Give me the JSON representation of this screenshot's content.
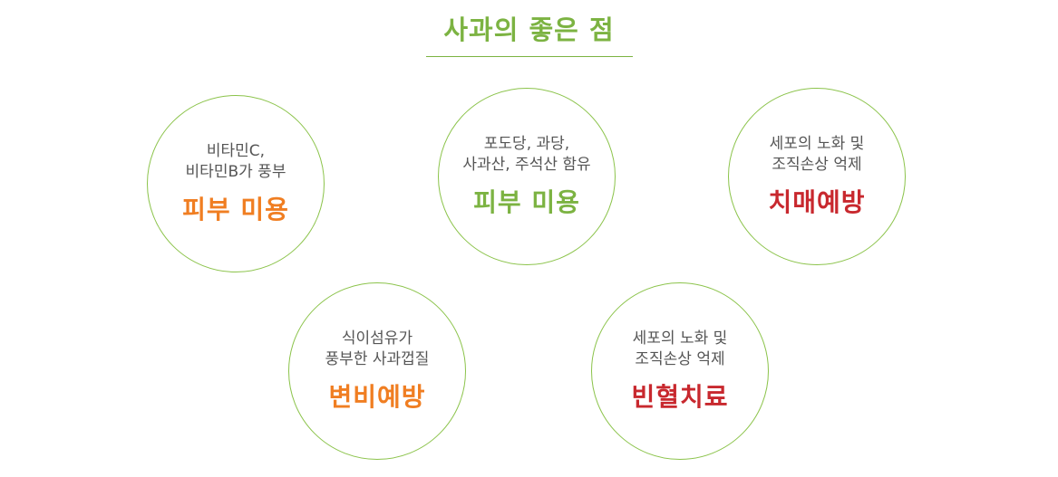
{
  "title": "사과의 좋은 점",
  "colors": {
    "green": "#7cb342",
    "orange": "#f07e22",
    "red": "#c8282e",
    "text": "#555555"
  },
  "benefits": [
    {
      "line1": "비타민C,",
      "line2": "비타민B가 풍부",
      "headline": "피부 미용",
      "color": "#f07e22"
    },
    {
      "line1": "포도당, 과당,",
      "line2": "사과산, 주석산 함유",
      "headline": "피부 미용",
      "color": "#7cb342"
    },
    {
      "line1": "세포의 노화 및",
      "line2": "조직손상 억제",
      "headline": "치매예방",
      "color": "#c8282e"
    },
    {
      "line1": "식이섬유가",
      "line2": "풍부한 사과껍질",
      "headline": "변비예방",
      "color": "#f07e22"
    },
    {
      "line1": "세포의 노화 및",
      "line2": "조직손상 억제",
      "headline": "빈혈치료",
      "color": "#c8282e"
    }
  ]
}
